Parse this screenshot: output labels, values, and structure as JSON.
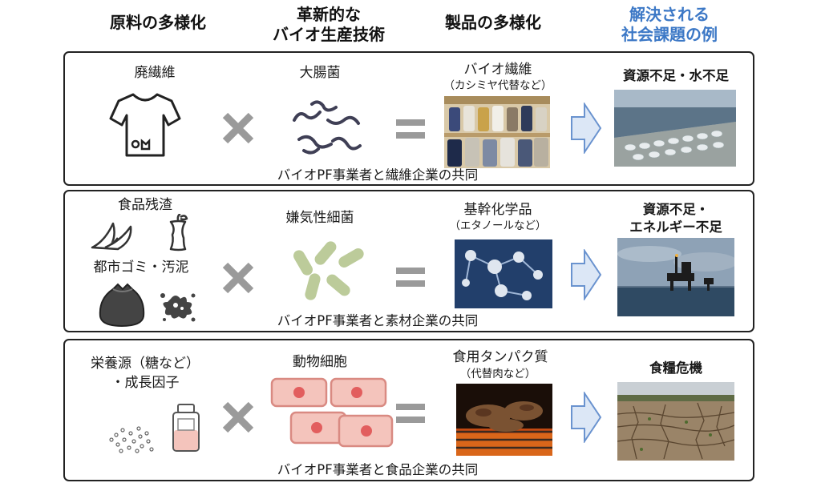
{
  "headers": {
    "col1": "原料の多様化",
    "col2_line1": "革新的な",
    "col2_line2": "バイオ生産技術",
    "col3": "製品の多様化",
    "col4_line1": "解決される",
    "col4_line2": "社会課題の例"
  },
  "rows": [
    {
      "material": "廃繊維",
      "technology": "大腸菌",
      "product": "バイオ繊維",
      "product_note": "（カシミヤ代替など）",
      "issue": "資源不足・水不足",
      "collaboration": "バイオPF事業者と繊維企業の共同"
    },
    {
      "material_a": "食品残渣",
      "material_b": "都市ゴミ・汚泥",
      "technology": "嫌気性細菌",
      "product": "基幹化学品",
      "product_note": "（エタノールなど）",
      "issue_line1": "資源不足・",
      "issue_line2": "エネルギー不足",
      "collaboration": "バイオPF事業者と素材企業の共同"
    },
    {
      "material_line1": "栄養源（糖など）",
      "material_line2": "・成長因子",
      "technology": "動物細胞",
      "product": "食用タンパク質",
      "product_note": "（代替肉など）",
      "issue": "食糧危機",
      "collaboration": "バイオPF事業者と食品企業の共同"
    }
  ],
  "colors": {
    "header_blue": "#3c78c6",
    "arrow_fill": "#dce7f6",
    "arrow_stroke": "#6a93cf",
    "operator": "#9a9a9a",
    "cell_fill": "#f4c4bc",
    "cell_stroke": "#d98a82",
    "nucleus": "#e25e5e",
    "bacteria_green": "#bccb9a"
  }
}
